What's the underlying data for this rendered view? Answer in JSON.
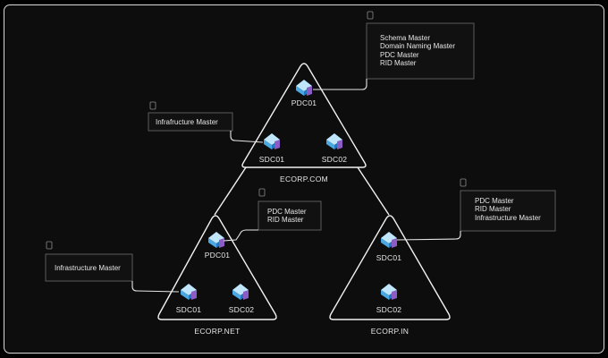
{
  "domains": {
    "ecorp_com": "ECORP.COM",
    "ecorp_net": "ECORP.NET",
    "ecorp_in": "ECORP.IN"
  },
  "servers": {
    "com_pdc": "PDC01",
    "com_sdc01": "SDC01",
    "com_sdc02": "SDC02",
    "net_pdc": "PDC01",
    "net_sdc01": "SDC01",
    "net_sdc02": "SDC02",
    "in_sdc01": "SDC01",
    "in_sdc02": "SDC02"
  },
  "roles": {
    "com_pdc": [
      "Schema Master",
      "Domain Naming Master",
      "PDC Master",
      "RID Master"
    ],
    "com_sdc01": [
      "Infrafructure Master"
    ],
    "net_pdc": [
      "PDC Master",
      "RID Master"
    ],
    "net_sdc01": [
      "Infrastructure Master"
    ],
    "in_sdc01": [
      "PDC Master",
      "RID Master",
      "Infrastructure Master"
    ]
  },
  "colors": {
    "background": "#0d0d0d",
    "line": "#f2f2f2",
    "icon_light": "#bfe6fb",
    "icon_mid": "#4aa8e2",
    "icon_dark": "#2377c4",
    "icon_accent": "#8b5cc4"
  }
}
